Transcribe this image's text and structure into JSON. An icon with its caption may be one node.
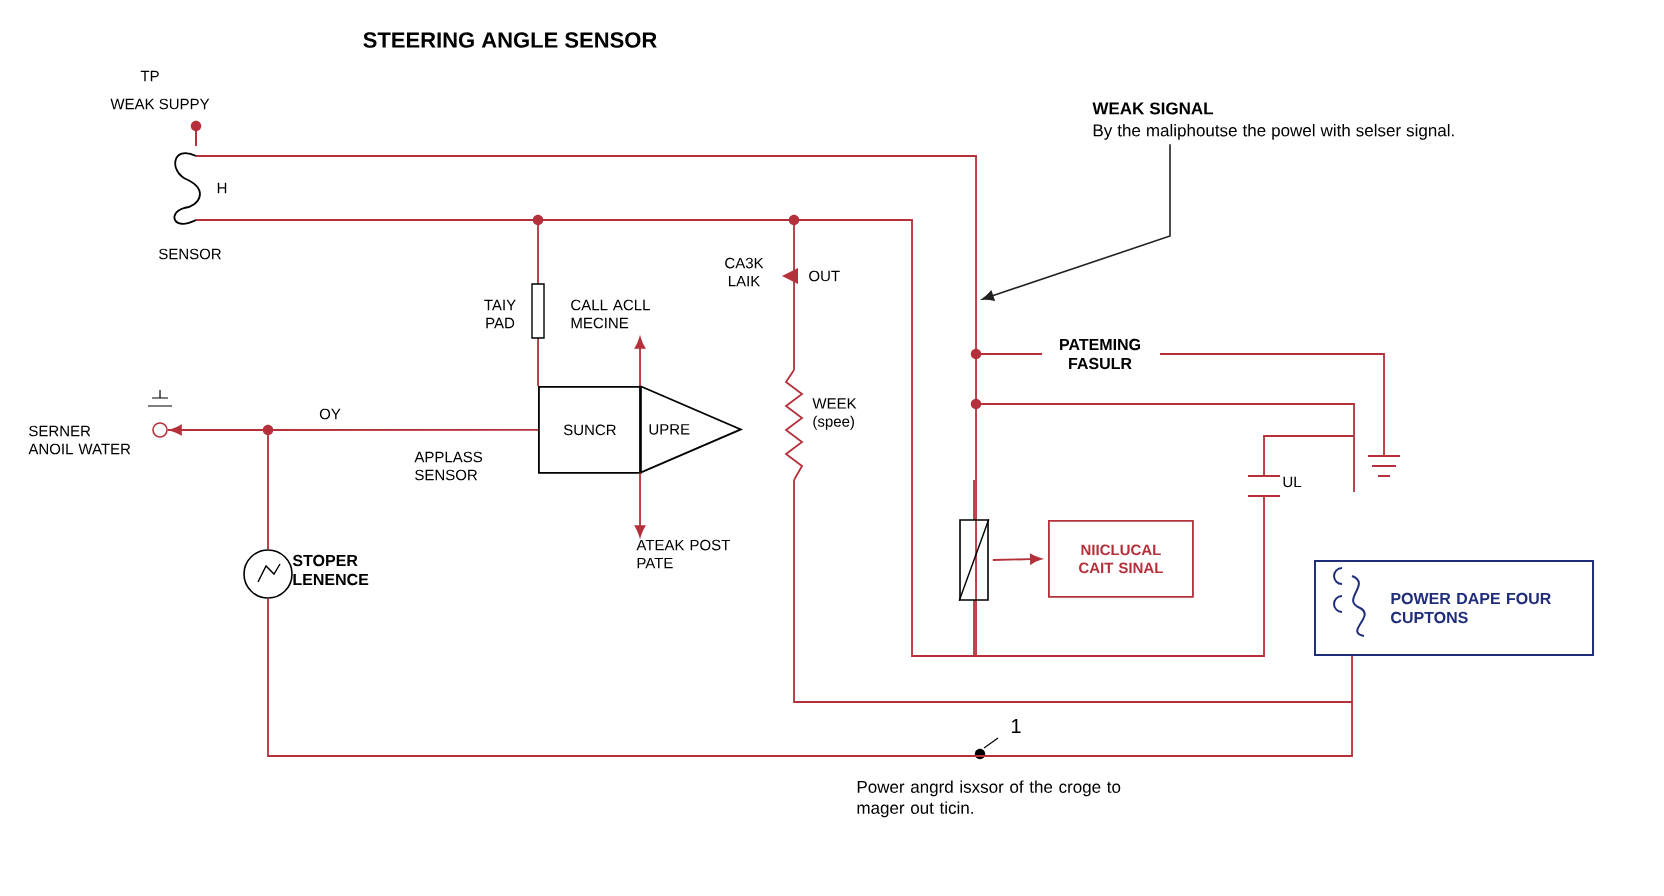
{
  "diagram": {
    "title": "STEERING ANGLE SENSOR",
    "nodes": [
      {
        "text": [
          "WEAK SIGNAL",
          "By the maliphoutse the powel with selser signal."
        ]
      },
      {
        "text": [
          "SUNCR"
        ]
      },
      {
        "text": [
          "UPRE"
        ]
      },
      {
        "text": [],
        "shape": "circle",
        "beside": [
          "SERNER ANOIL WATER"
        ]
      },
      {
        "text": [],
        "shape": "box"
      },
      {
        "text": [
          "NIICLUCAL CAIT SINAL"
        ]
      },
      {
        "text": [],
        "shape": "circle",
        "beside": [
          "STOPER LENENCE"
        ]
      },
      {
        "text": [
          "POWER DAPE FOUR CUPTONS"
        ]
      },
      {
        "text": [
          "CALL ACLL MECINE"
        ]
      },
      {
        "text": [
          "ATEAK POST PATE"
        ]
      }
    ],
    "edges": [
      {
        "from": 1,
        "to": 3,
        "arrow": "to",
        "label": "OY"
      },
      {
        "from": 4,
        "to": 5,
        "arrow": "to"
      },
      {
        "from": 0,
        "to": null,
        "arrow": "to",
        "color": "#222222"
      },
      {
        "from": 2,
        "to": 8,
        "arrow": "to"
      },
      {
        "from": 2,
        "to": 9,
        "arrow": "to"
      },
      {
        "from": 6,
        "to": 3,
        "arrow": "none"
      },
      {
        "from": 6,
        "to": 7,
        "arrow": "none"
      }
    ],
    "labels": [
      "TP",
      "WEAK SUPPY",
      "H",
      "SENSOR",
      "CA3K LAIK",
      "OUT",
      "TAIY PAD",
      "PATEMING FASULR",
      "WEEK (spee)",
      "APPLASS SENSOR",
      "UL",
      "1",
      "Power angrd isxsor of the croge to mager out ticin."
    ]
  }
}
